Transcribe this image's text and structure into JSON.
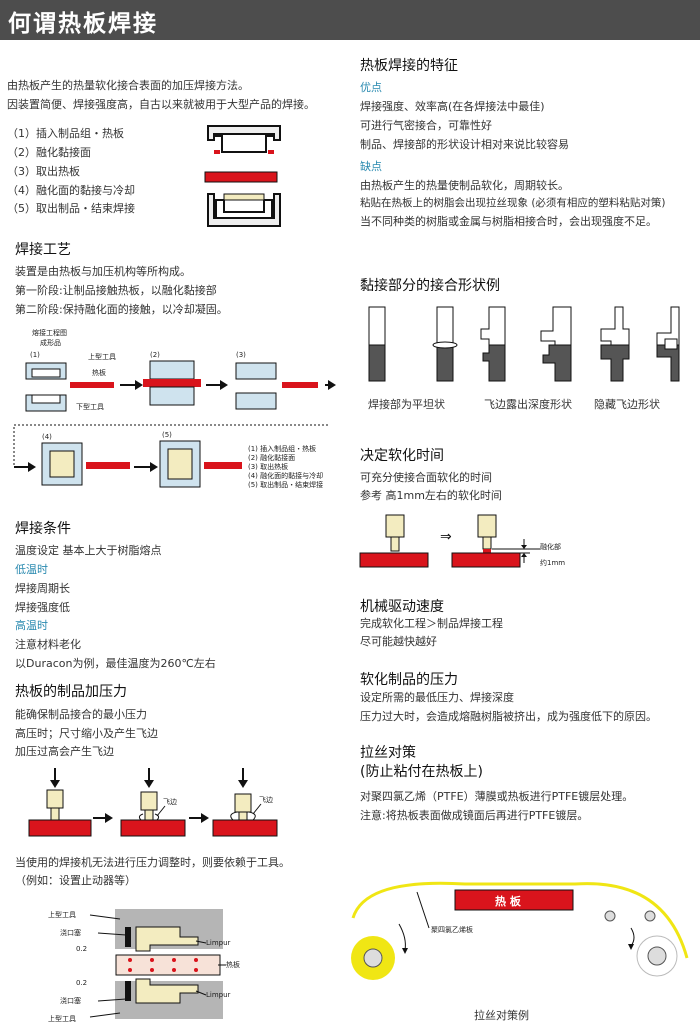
{
  "header": {
    "title": "何谓热板焊接"
  },
  "intro": {
    "line1": "由热板产生的热量软化接合表面的加压焊接方法。",
    "line2": "因装置简便、焊接强度高，自古以来就被用于大型产品的焊接。"
  },
  "steps": [
    "（1）插入制品组・热板",
    "（2）融化黏接面",
    "（3）取出热板",
    "（4）融化面的黏接与冷却",
    "（5）取出制品・结束焊接"
  ],
  "process": {
    "title": "焊接工艺",
    "line1": "装置是由热板与加压机构等所构成。",
    "line2": "第一阶段:让制品接触热板，以融化黏接部",
    "line3": "第二阶段:保持融化面的接触，以冷却凝固。",
    "fig": {
      "caption": "熔接工程图",
      "sub": "成形品",
      "n1": "(1)",
      "n2": "(2)",
      "n3": "(3)",
      "n4": "(4)",
      "n5": "(5)",
      "upper": "上型工具",
      "hot": "热板",
      "lower": "下型工具",
      "legend": [
        "(1) 插入制品组・热板",
        "(2) 融化黏接面",
        "(3) 取出热板",
        "(4) 融化面的黏接与冷却",
        "(5) 取出制品・结束焊接"
      ]
    }
  },
  "conditions": {
    "title": "焊接条件",
    "line1": "温度设定 基本上大于树脂熔点",
    "low": "低温时",
    "low1": "焊接周期长",
    "low2": "焊接强度低",
    "high": "高温时",
    "high1": "注意材料老化",
    "high2": "以Duracon为例，最佳温度为260℃左右"
  },
  "pressure": {
    "title": "热板的制品加压力",
    "line1": "能确保制品接合的最小压力",
    "line2": "高压时；尺寸缩小及产生飞边",
    "line3": "加压过高会产生飞边",
    "flash1": "飞边",
    "flash2": "飞边",
    "note1": "当使用的焊接机无法进行压力调整时，则要依赖于工具。",
    "note2": "（例如：设置止动器等）"
  },
  "tool": {
    "upper": "上型工具",
    "gate": "浇口塞",
    "g1": "0.2",
    "limpur": "Limpur",
    "hot": "热板",
    "g2": "0.2",
    "gate2": "浇口塞",
    "limpur2": "Limpur",
    "upper2": "上型工具"
  },
  "features": {
    "title": "热板焊接的特征",
    "pros": "优点",
    "p1": "焊接强度、效率高(在各焊接法中最佳)",
    "p2": "可进行气密接合，可靠性好",
    "p3": "制品、焊接部的形状设计相对来说比较容易",
    "cons": "缺点",
    "c1": "由热板产生的热量使制品软化，周期较长。",
    "c2": "粘贴在热板上的树脂会出现拉丝现象 (必须有相应的塑料粘贴对策)",
    "c3": "当不同种类的树脂或金属与树脂相接合时，会出现强度不足。"
  },
  "shapes": {
    "title": "黏接部分的接合形状例",
    "a": "焊接部为平坦状",
    "b": "飞边露出深度形状",
    "c": "隐藏飞边形状"
  },
  "soften": {
    "title": "决定软化时间",
    "line1": "可充分使接合面软化的时间",
    "line2": "参考 高1mm左右的软化时间",
    "arrow": "⇒",
    "lbl1": "融化部",
    "lbl2": "约1mm"
  },
  "speed": {
    "title": "机械驱动速度",
    "line1": "完成软化工程＞制品焊接工程",
    "line2": "尽可能越快越好"
  },
  "press2": {
    "title": "软化制品的压力",
    "line1": "设定所需的最低压力、焊接深度",
    "line2": "压力过大时，会造成熔融树脂被挤出，成为强度低下的原因。"
  },
  "string": {
    "title1": "拉丝对策",
    "title2": "(防止粘付在热板上)",
    "line1": "对聚四氯乙烯（PTFE）薄膜或热板进行PTFE镀层处理。",
    "line2": "注意:将热板表面做成镜面后再进行PTFE镀层。",
    "hot": "热 板",
    "film": "聚四氯乙烯板",
    "caption": "拉丝对策例"
  },
  "colors": {
    "red": "#d9141c",
    "blue": "#2a8ab0",
    "header": "#4d4d4d",
    "yellow": "#f0e614",
    "cream": "#f3ecc0"
  }
}
